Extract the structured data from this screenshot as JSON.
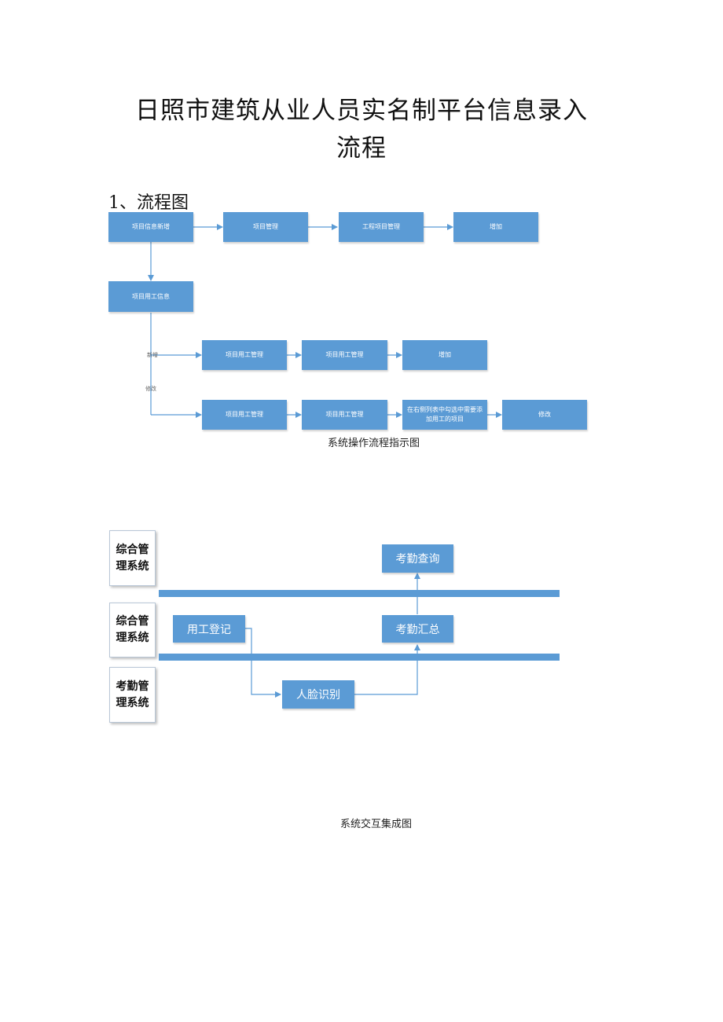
{
  "document": {
    "title_line1": "日照市建筑从业人员实名制平台信息录入",
    "title_line2": "流程",
    "section_heading": "1、流程图"
  },
  "flowchart": {
    "caption": "系统操作流程指示图",
    "row1": [
      "项目信息新增",
      "项目管理",
      "工程项目管理",
      "增加"
    ],
    "branch_box": "项目用工信息",
    "label_new": "新增",
    "label_modify": "修改",
    "row_new": [
      "项目用工管理",
      "项目用工管理",
      "增加"
    ],
    "row_modify": [
      "项目用工管理",
      "项目用工管理",
      "在右侧列表中勾选中需要添加用工的项目",
      "修改"
    ],
    "box_color": "#5b9bd5"
  },
  "integration": {
    "caption": "系统交互集成图",
    "lanes": [
      "综合管理系统",
      "综合管理系统",
      "考勤管理系统"
    ],
    "boxes": {
      "attendance_query": "考勤查询",
      "labor_registration": "用工登记",
      "attendance_summary": "考勤汇总",
      "face_recognition": "人脸识别"
    }
  }
}
